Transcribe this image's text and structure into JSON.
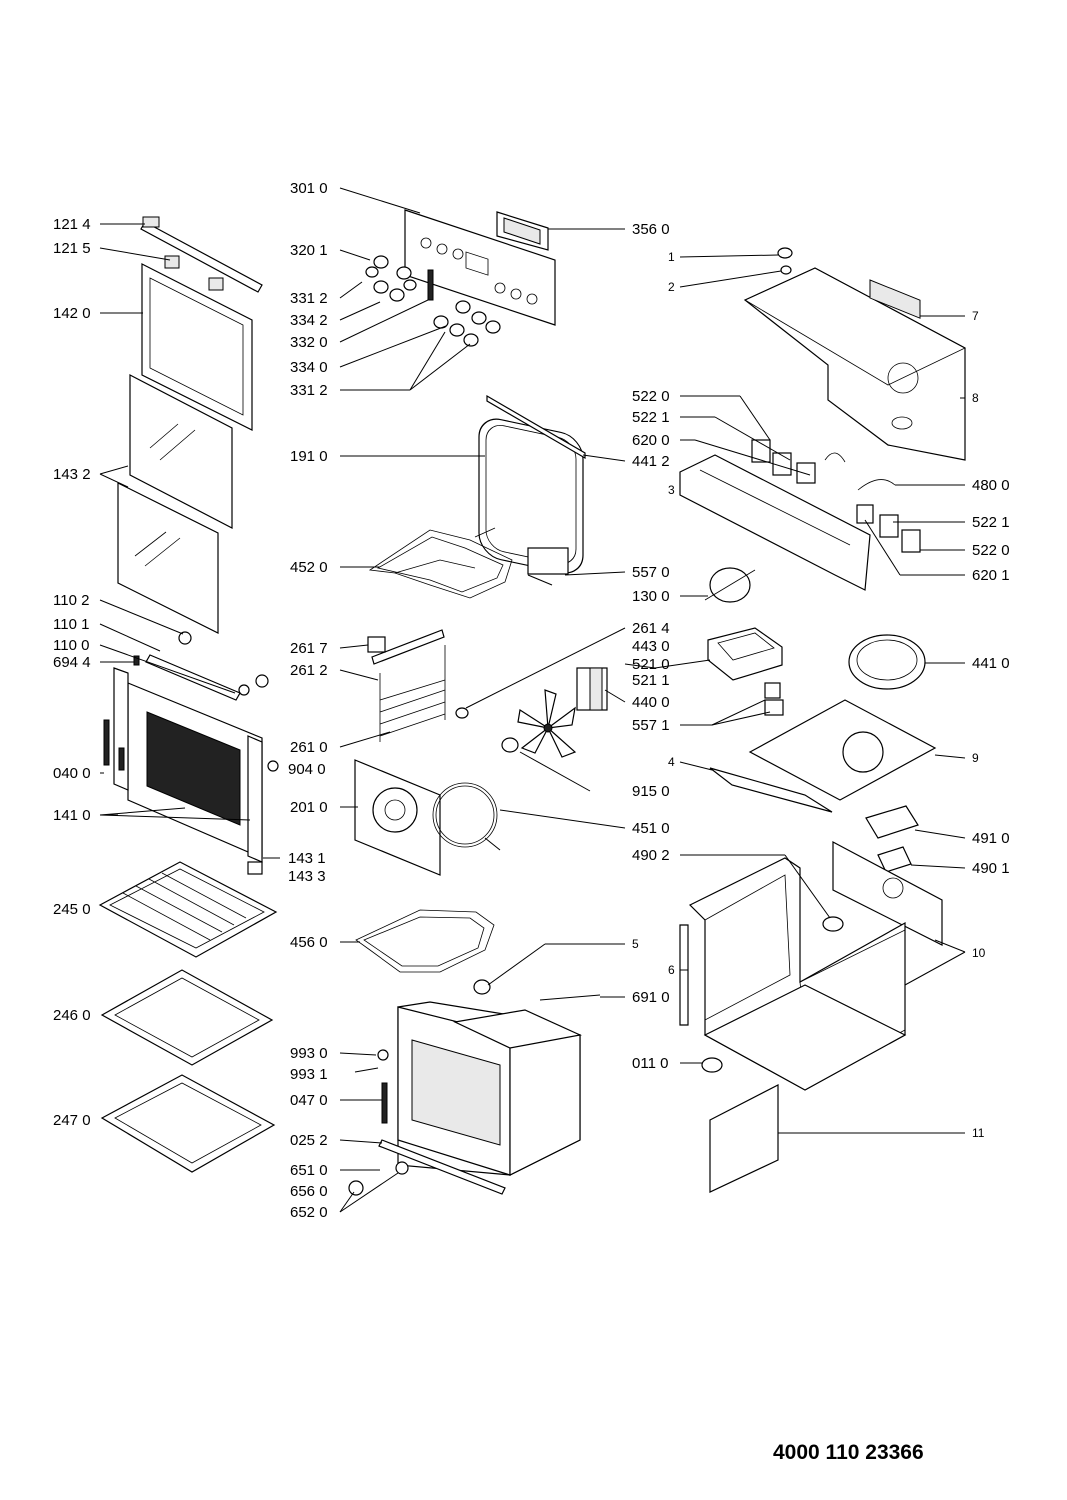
{
  "document_number": "4000 110 23366",
  "labels": {
    "p301_0": "301 0",
    "p356_0": "356 0",
    "p320_1": "320 1",
    "p331_2a": "331 2",
    "p334_2": "334 2",
    "p332_0": "332 0",
    "p334_0": "334 0",
    "p331_2b": "331 2",
    "p121_4": "121 4",
    "p121_5": "121 5",
    "p142_0": "142 0",
    "p143_2": "143 2",
    "p110_2": "110 2",
    "p110_1": "110 1",
    "p110_0": "110 0",
    "p694_4": "694 4",
    "p040_0": "040 0",
    "p904_0": "904 0",
    "p141_0": "141 0",
    "p143_1": "143 1",
    "p143_3": "143 3",
    "p245_0": "245 0",
    "p246_0": "246 0",
    "p247_0": "247 0",
    "p191_0": "191 0",
    "p441_2": "441 2",
    "p452_0": "452 0",
    "p557_0": "557 0",
    "p261_7": "261 7",
    "p261_2": "261 2",
    "p261_0": "261 0",
    "p201_0": "201 0",
    "p261_4": "261 4",
    "p443_0": "443 0",
    "p521_0": "521 0",
    "p521_1": "521 1",
    "p440_0": "440 0",
    "p557_1": "557 1",
    "p915_0": "915 0",
    "p451_0": "451 0",
    "p456_0": "456 0",
    "p5": "5",
    "p691_0": "691 0",
    "p993_0": "993 0",
    "p993_1": "993 1",
    "p047_0": "047 0",
    "p025_2": "025 2",
    "p651_0": "651 0",
    "p656_0": "656 0",
    "p652_0": "652 0",
    "p1": "1",
    "p2": "2",
    "p7": "7",
    "p8": "8",
    "p3": "3",
    "p522_0a": "522 0",
    "p522_1a": "522 1",
    "p620_0": "620 0",
    "p480_0": "480 0",
    "p522_1b": "522 1",
    "p522_0b": "522 0",
    "p620_1": "620 1",
    "p130_0": "130 0",
    "p441_0": "441 0",
    "p4": "4",
    "p9": "9",
    "p491_0": "491 0",
    "p490_2": "490 2",
    "p490_1": "490 1",
    "p6": "6",
    "p10": "10",
    "p011_0": "011 0",
    "p11": "11"
  }
}
